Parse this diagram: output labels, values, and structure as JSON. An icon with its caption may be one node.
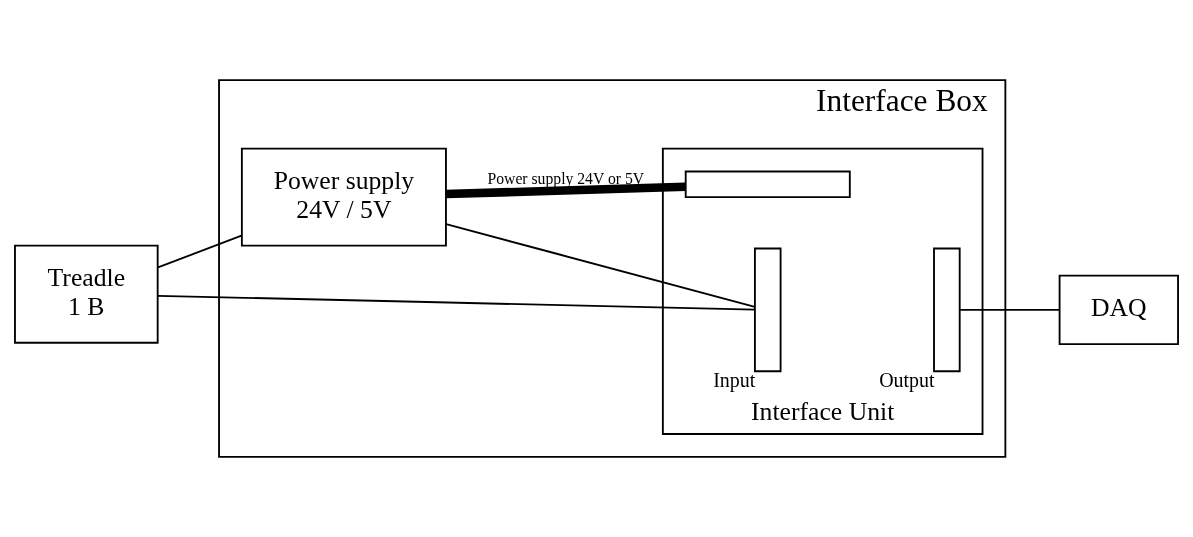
{
  "diagram": {
    "nodes": [
      {
        "text": [
          "Interface Box"
        ]
      },
      {
        "text": [
          "Treadle",
          "1 B"
        ]
      },
      {
        "text": [
          "Power supply",
          "24V / 5V"
        ],
        "in": 0
      },
      {
        "text": [
          "Interface Unit"
        ],
        "in": 0
      },
      {
        "text": [],
        "shape": "box",
        "in": 3
      },
      {
        "text": [],
        "shape": "box",
        "in": 3,
        "beside": [
          "Input"
        ]
      },
      {
        "text": [],
        "shape": "box",
        "in": 3,
        "beside": [
          "Output"
        ]
      },
      {
        "text": [
          "DAQ"
        ]
      }
    ],
    "edges": [
      {
        "from": 1,
        "to": 2,
        "arrow": "none"
      },
      {
        "from": 1,
        "to": 5,
        "arrow": "none"
      },
      {
        "from": 2,
        "to": 5,
        "arrow": "none"
      },
      {
        "from": 2,
        "to": 4,
        "arrow": "none",
        "style": "thick",
        "label": "Power supply 24V or 5V"
      },
      {
        "from": 6,
        "to": 7,
        "arrow": "none"
      }
    ]
  }
}
